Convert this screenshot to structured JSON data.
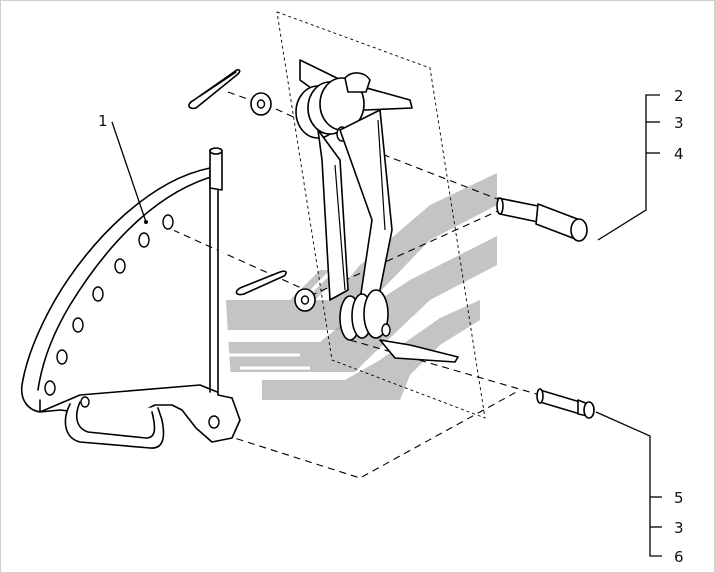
{
  "callouts": {
    "part_1": "1",
    "top_group": [
      "2",
      "3",
      "4"
    ],
    "bottom_group": [
      "5",
      "3",
      "6"
    ]
  },
  "watermark": {
    "color": "#8f958f",
    "shape": "stylized-wing-logo"
  }
}
